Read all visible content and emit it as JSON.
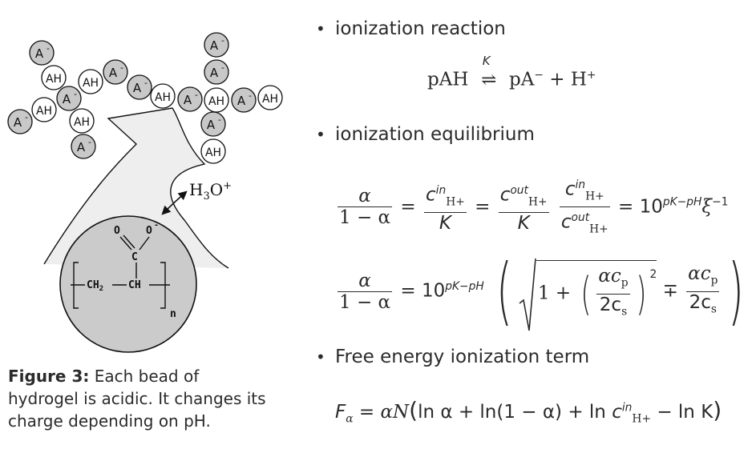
{
  "figure": {
    "bead_labels": {
      "acid": "A",
      "acid_charge": "-",
      "neutral": "AH"
    },
    "hydronium": {
      "base": "H",
      "sub": "3",
      "mid": "O",
      "sup": "+"
    },
    "monomer": {
      "o1": "O",
      "o2": "O",
      "o2_charge": "-",
      "c": "C",
      "ch2": "CH",
      "ch2_sub": "2",
      "ch": "CH",
      "n": "n"
    },
    "colors": {
      "bead_fill": "#c8c8c8",
      "sphere_fill": "#cbcbcb",
      "stroke": "#111111"
    }
  },
  "caption": {
    "label": "Figure 3:",
    "text": " Each bead of hydrogel is acidic. It changes its charge depending on pH."
  },
  "bullets": [
    {
      "text": "ionization reaction"
    },
    {
      "text": "ionization equilibrium"
    },
    {
      "text": "Free energy ionization term"
    }
  ],
  "equations": {
    "reaction": {
      "left": "pAH",
      "over": "K",
      "right": "pA",
      "right_sup": "−",
      "plus": " + H",
      "plus_sup": "+"
    },
    "eq1": {
      "alpha": "α",
      "one_minus_alpha": "1 − α",
      "equals": "=",
      "c": "c",
      "in": "in",
      "out": "out",
      "hplus": "H+",
      "K": "K",
      "power": "10",
      "exponent": "pK−pH",
      "xi": "ξ",
      "xi_exp": "−1"
    },
    "eq2": {
      "power": "10",
      "exponent": "pK−pH",
      "one": "1 +",
      "alpha_c": "αc",
      "p": "p",
      "two_c": "2c",
      "s": "s",
      "square": "2",
      "mp": "∓"
    },
    "eq3": {
      "F": "F",
      "F_sub": "α",
      "equals": "=",
      "alphaN": "αN",
      "body": "ln α + ln(1 − α) + ln ",
      "c": "c",
      "in": "in",
      "hplus": "H+",
      "tail": " − ln K"
    }
  }
}
